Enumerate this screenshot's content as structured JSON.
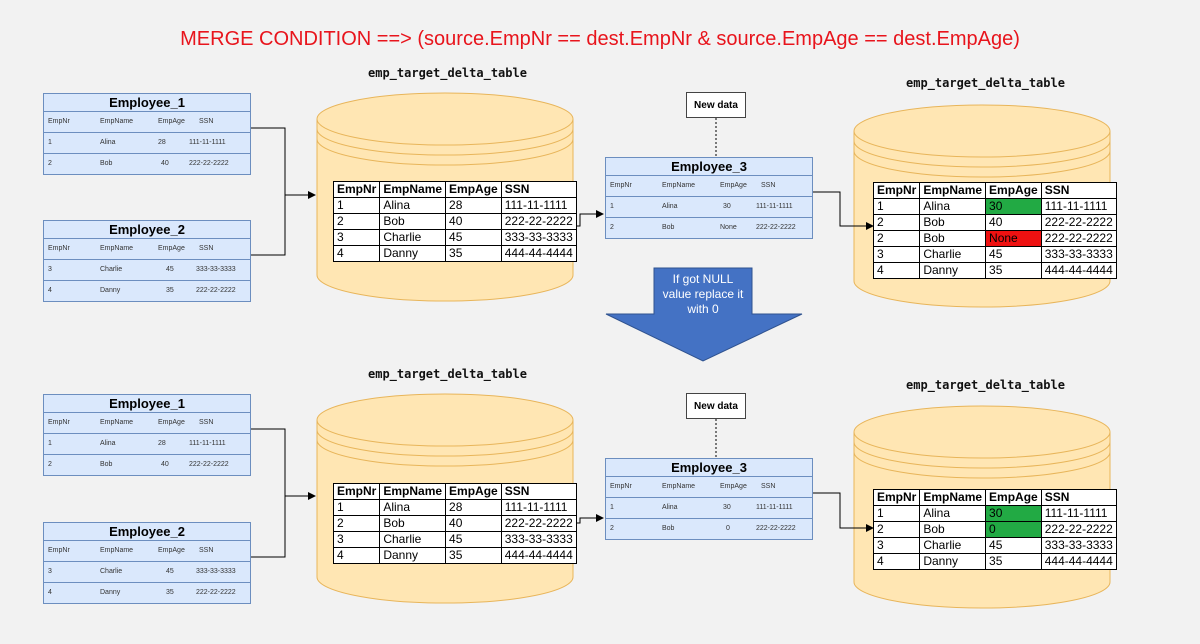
{
  "heading": "MERGE CONDITION  ==> (source.EmpNr == dest.EmpNr & source.EmpAge == dest.EmpAge)",
  "db_label": "emp_target_delta_table",
  "new_data_label": "New data",
  "null_note": "If got NULL value replace it with 0",
  "columns": {
    "nr": "EmpNr",
    "name": "EmpName",
    "age": "EmpAge",
    "ssn": "SSN"
  },
  "colors": {
    "heading": "#e8141c",
    "employee_fill": "#dae8fc",
    "db_fill": "#ffe6b3",
    "db_stroke": "#e8b55a",
    "arrow_fill": "#4472c4",
    "highlight_green": "#22aa44",
    "highlight_red": "#ee1111"
  },
  "top": {
    "employee_1": {
      "title": "Employee_1",
      "rows": [
        {
          "nr": "1",
          "name": "Alina",
          "age": "28",
          "ssn": "111-11-1111"
        },
        {
          "nr": "2",
          "name": "Bob",
          "age": "40",
          "ssn": "222-22-2222"
        }
      ]
    },
    "employee_2": {
      "title": "Employee_2",
      "rows": [
        {
          "nr": "3",
          "name": "Charlie",
          "age": "45",
          "ssn": "333-33-3333"
        },
        {
          "nr": "4",
          "name": "Danny",
          "age": "35",
          "ssn": "222-22-2222"
        }
      ]
    },
    "employee_3": {
      "title": "Employee_3",
      "rows": [
        {
          "nr": "1",
          "name": "Alina",
          "age": "30",
          "ssn": "111-11-1111"
        },
        {
          "nr": "2",
          "name": "Bob",
          "age": "None",
          "ssn": "222-22-2222"
        }
      ]
    },
    "target": [
      {
        "nr": "1",
        "name": "Alina",
        "age": "28",
        "ssn": "111-11-1111"
      },
      {
        "nr": "2",
        "name": "Bob",
        "age": "40",
        "ssn": "222-22-2222"
      },
      {
        "nr": "3",
        "name": "Charlie",
        "age": "45",
        "ssn": "333-33-3333"
      },
      {
        "nr": "4",
        "name": "Danny",
        "age": "35",
        "ssn": "444-44-4444"
      }
    ],
    "result": [
      {
        "nr": "1",
        "name": "Alina",
        "age": "30",
        "ssn": "111-11-1111",
        "highlight": "green"
      },
      {
        "nr": "2",
        "name": "Bob",
        "age": "40",
        "ssn": "222-22-2222"
      },
      {
        "nr": "2",
        "name": "Bob",
        "age": "None",
        "ssn": "222-22-2222",
        "highlight": "red"
      },
      {
        "nr": "3",
        "name": "Charlie",
        "age": "45",
        "ssn": "333-33-3333"
      },
      {
        "nr": "4",
        "name": "Danny",
        "age": "35",
        "ssn": "444-44-4444"
      }
    ]
  },
  "bottom": {
    "employee_1": {
      "title": "Employee_1",
      "rows": [
        {
          "nr": "1",
          "name": "Alina",
          "age": "28",
          "ssn": "111-11-1111"
        },
        {
          "nr": "2",
          "name": "Bob",
          "age": "40",
          "ssn": "222-22-2222"
        }
      ]
    },
    "employee_2": {
      "title": "Employee_2",
      "rows": [
        {
          "nr": "3",
          "name": "Charlie",
          "age": "45",
          "ssn": "333-33-3333"
        },
        {
          "nr": "4",
          "name": "Danny",
          "age": "35",
          "ssn": "222-22-2222"
        }
      ]
    },
    "employee_3": {
      "title": "Employee_3",
      "rows": [
        {
          "nr": "1",
          "name": "Alina",
          "age": "30",
          "ssn": "111-11-1111"
        },
        {
          "nr": "2",
          "name": "Bob",
          "age": "0",
          "ssn": "222-22-2222"
        }
      ]
    },
    "target": [
      {
        "nr": "1",
        "name": "Alina",
        "age": "28",
        "ssn": "111-11-1111"
      },
      {
        "nr": "2",
        "name": "Bob",
        "age": "40",
        "ssn": "222-22-2222"
      },
      {
        "nr": "3",
        "name": "Charlie",
        "age": "45",
        "ssn": "333-33-3333"
      },
      {
        "nr": "4",
        "name": "Danny",
        "age": "35",
        "ssn": "444-44-4444"
      }
    ],
    "result": [
      {
        "nr": "1",
        "name": "Alina",
        "age": "30",
        "ssn": "111-11-1111",
        "highlight": "green"
      },
      {
        "nr": "2",
        "name": "Bob",
        "age": "0",
        "ssn": "222-22-2222",
        "highlight": "green"
      },
      {
        "nr": "3",
        "name": "Charlie",
        "age": "45",
        "ssn": "333-33-3333"
      },
      {
        "nr": "4",
        "name": "Danny",
        "age": "35",
        "ssn": "444-44-4444"
      }
    ]
  }
}
